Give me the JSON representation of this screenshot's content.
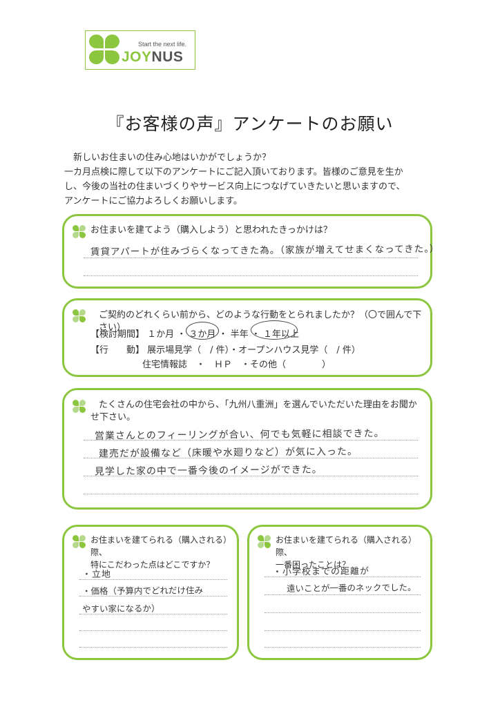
{
  "logo": {
    "tagline": "Start the next life.",
    "brand_a": "JOY",
    "brand_b": "NUS"
  },
  "title": "『お客様の声』アンケートのお願い",
  "intro": [
    "新しいお住まいの住み心地はいかがでしょうか？",
    "一カ月点検に際して以下のアンケートにご記入頂いております。皆様のご意見を生か",
    "し、今後の当社の住まいづくりやサービス向上につなげていきたいと思いますので、",
    "アンケートにご協力よろしくお願いします。"
  ],
  "q1": {
    "question": "お住まいを建てよう（購入しよう）と思われたきっかけは？",
    "answer": "賃貸アパートが住みづらくなってきた為。（家族が増えてせまくなってきた。）"
  },
  "q2": {
    "question": "ご契約のどれくらい前から、どのような行動をとられましたか？（〇で囲んで下さい）",
    "period_label": "【検討期間】",
    "period_options": "１か月 ・ ３か月 ・ 半年 ・ １年以上",
    "action_label": "【行　　動】",
    "action_line1": "展示場見学（　/ 件）・オープンハウス見学（　/ 件）",
    "action_line2": "住宅情報誌　・　ＨＰ　・その他（　　　　）"
  },
  "q3": {
    "question_1": "たくさんの住宅会社の中から、「九州八重洲」を選んでいただいた理由をお聞か",
    "question_2": "せ下さい。",
    "answer_1": "営業さんとのフィーリングが合い、何でも気軽に相談できた。",
    "answer_2": "建売だが設備など（床暖や水廻りなど）が気に入った。",
    "answer_3": "見学した家の中で一番今後のイメージができた。"
  },
  "q4": {
    "question_1": "お住まいを建てられる（購入される）際、",
    "question_2": "特にこだわった点はどこですか？",
    "answer_1": "・立地",
    "answer_2": "・価格（予算内でどれだけ住み",
    "answer_3": "やすい家になるか）"
  },
  "q5": {
    "question_1": "お住まいを建てられる（購入される）際、",
    "question_2": "一番困ったことは？",
    "answer_1": "・小学校までの距離が",
    "answer_2": "遠いことが一番のネックでした。"
  }
}
